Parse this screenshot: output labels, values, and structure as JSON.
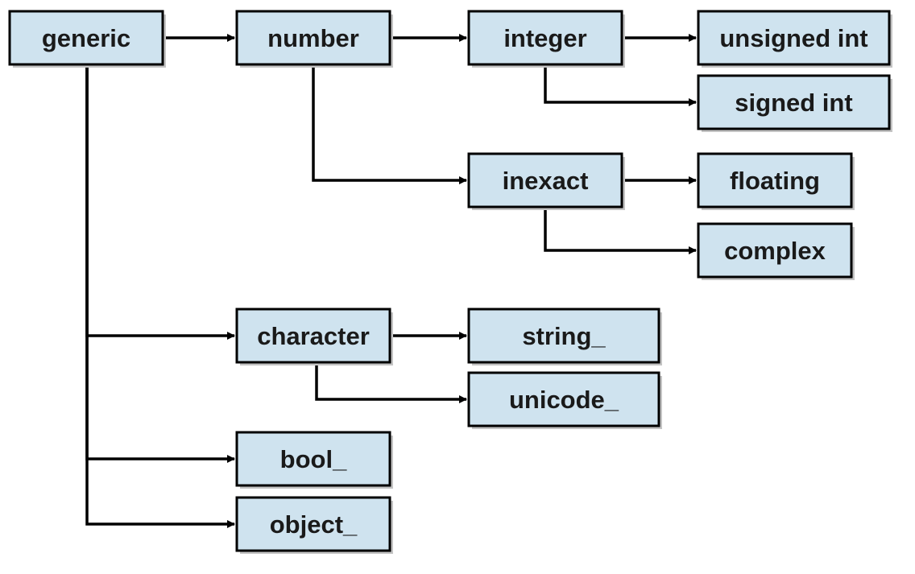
{
  "diagram": {
    "nodes": [
      {
        "id": "generic",
        "label": "generic"
      },
      {
        "id": "number",
        "label": "number"
      },
      {
        "id": "integer",
        "label": "integer"
      },
      {
        "id": "unsigned_int",
        "label": "unsigned int"
      },
      {
        "id": "signed_int",
        "label": "signed int"
      },
      {
        "id": "inexact",
        "label": "inexact"
      },
      {
        "id": "floating",
        "label": "floating"
      },
      {
        "id": "complex",
        "label": "complex"
      },
      {
        "id": "character",
        "label": "character"
      },
      {
        "id": "string_",
        "label": "string_"
      },
      {
        "id": "unicode_",
        "label": "unicode_"
      },
      {
        "id": "bool_",
        "label": "bool_"
      },
      {
        "id": "object_",
        "label": "object_"
      }
    ],
    "edges": [
      {
        "from": "generic",
        "to": "number"
      },
      {
        "from": "number",
        "to": "integer"
      },
      {
        "from": "integer",
        "to": "unsigned_int"
      },
      {
        "from": "integer",
        "to": "signed_int"
      },
      {
        "from": "number",
        "to": "inexact"
      },
      {
        "from": "inexact",
        "to": "floating"
      },
      {
        "from": "inexact",
        "to": "complex"
      },
      {
        "from": "generic",
        "to": "character"
      },
      {
        "from": "character",
        "to": "string_"
      },
      {
        "from": "character",
        "to": "unicode_"
      },
      {
        "from": "generic",
        "to": "bool_"
      },
      {
        "from": "generic",
        "to": "object_"
      }
    ],
    "colors": {
      "box_fill": "#cfe3ef",
      "border": "#000000",
      "text": "#1a1a1a"
    }
  }
}
